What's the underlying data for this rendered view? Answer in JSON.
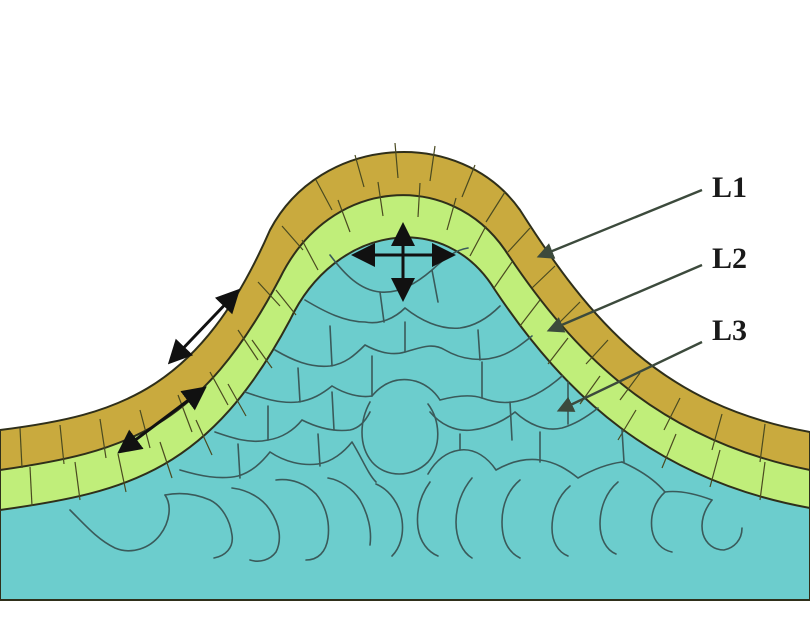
{
  "diagram": {
    "labels": {
      "l1": "L1",
      "l2": "L2",
      "l3": "L3"
    },
    "colors": {
      "l1_layer": "#c9aa3e",
      "l2_layer": "#c0ee7a",
      "l3_corpus": "#6ccdcd",
      "outline": "#2f2f1a",
      "background": "#ffffff"
    }
  }
}
